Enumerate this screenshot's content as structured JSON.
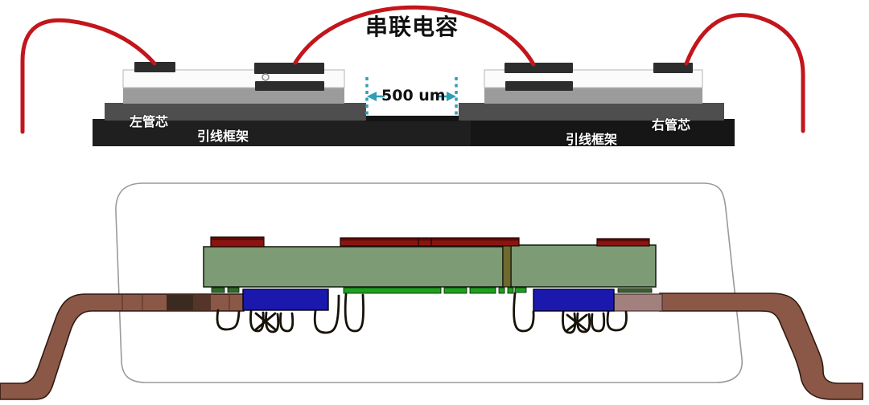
{
  "figure": {
    "title": "串联电容",
    "gap_label": "500 um",
    "left_die_label": "左管芯",
    "right_die_label": "右管芯",
    "leadframe_left_label": "引线框架",
    "leadframe_right_label": "引线框架"
  },
  "colors": {
    "wire-red": "#c3151c",
    "dim-teal": "#2f9fb4",
    "leadframe-black": "#1f1f1f",
    "die-attach-gray": "#4e4e4e",
    "die-mid-gray": "#9b9b9b",
    "die-white": "#fbfbfb",
    "pad-dark": "#2d2d2d",
    "mold-outline": "#9a9a9a",
    "substrate-green": "#7d9b74",
    "seam-olive": "#6e6a2e",
    "trace-green": "#1fa01f",
    "component-red": "#8c1410",
    "die-blue": "#1b18ae",
    "lead-copper": "#8b5847",
    "lead-pink": "#a2807e",
    "bond-black": "#171207",
    "label-white": "#ffffff",
    "title-black": "#111111"
  }
}
